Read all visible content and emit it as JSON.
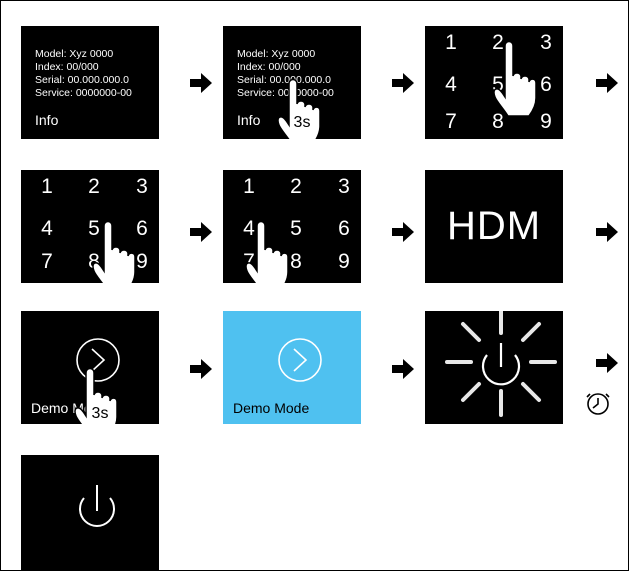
{
  "panel1": {
    "model": "Model: Xyz 0000",
    "index": "Index: 00/000",
    "serial": "Serial: 00.000.000.0",
    "service": "Service: 0000000-00",
    "label": "Info"
  },
  "panel2": {
    "model": "Model: Xyz 0000",
    "index": "Index: 00/000",
    "serial": "Serial: 00.000.000.0",
    "service": "Service: 0000000-00",
    "label": "Info",
    "press_time": "3s"
  },
  "keypad": [
    "1",
    "2",
    "3",
    "4",
    "5",
    "6",
    "7",
    "8",
    "9"
  ],
  "hdm_text": "HDM",
  "demo_dim_label": "Demo Mode",
  "demo_dim_press_time": "3s",
  "demo_blue_label": "Demo Mode",
  "colors": {
    "screen_bg": "#000000",
    "demo_active_bg": "#4fc1f0",
    "arrow": "#000000"
  },
  "icons": [
    "tap-finger-icon",
    "arrow-right-icon",
    "chevron-circle-icon",
    "power-icon",
    "clock-icon"
  ]
}
